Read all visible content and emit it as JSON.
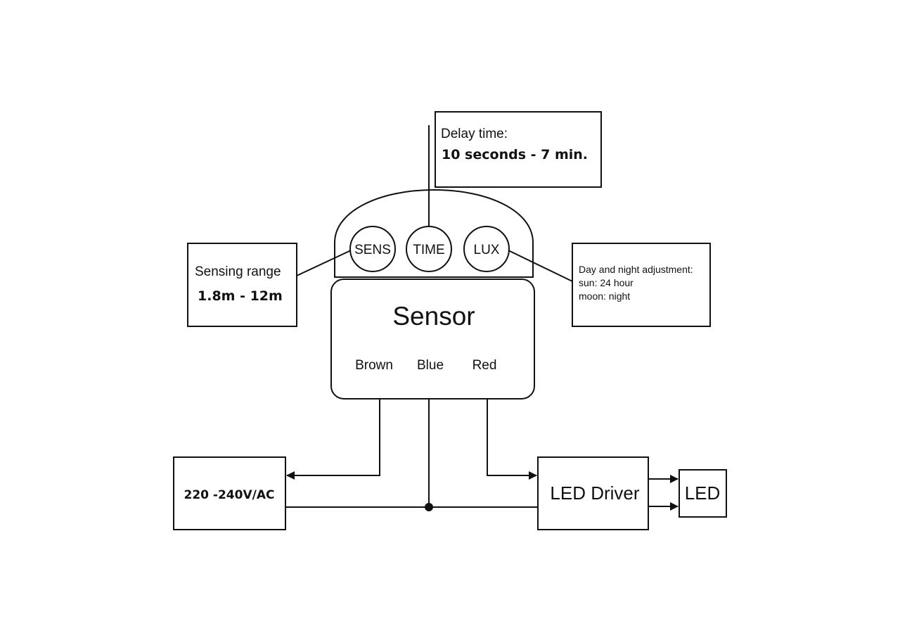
{
  "delay_box": {
    "title": "Delay time:",
    "value": "10 seconds - 7 min."
  },
  "sensing_box": {
    "title": "Sensing range",
    "value": "1.8m - 12m"
  },
  "lux_box": {
    "line1": "Day and night adjustment:",
    "line2": "sun:  24 hour",
    "line3": "moon:  night"
  },
  "knobs": {
    "sens": "SENS",
    "time": "TIME",
    "lux": "LUX"
  },
  "sensor": {
    "title": "Sensor",
    "wire_brown": "Brown",
    "wire_blue": "Blue",
    "wire_red": "Red"
  },
  "power_box": {
    "label": "220 -240V/AC"
  },
  "driver_box": {
    "label": "LED Driver"
  },
  "led_box": {
    "label": "LED"
  },
  "colors": {
    "line": "#111111",
    "background": "#ffffff"
  }
}
